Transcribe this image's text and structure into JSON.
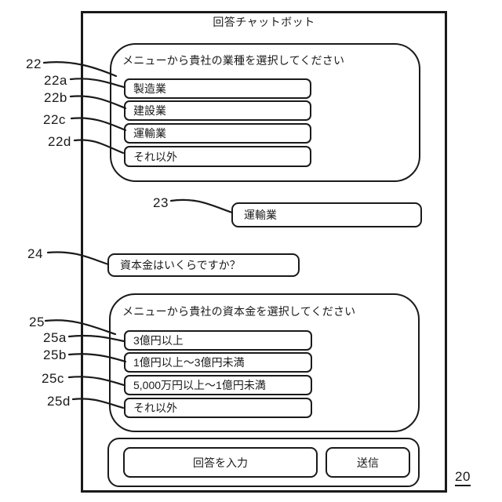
{
  "window": {
    "ref": "20",
    "title": "回答チャットボット"
  },
  "menu_industry": {
    "ref": "22",
    "prompt": "メニューから貴社の業種を選択してください",
    "options": [
      {
        "ref": "22a",
        "label": "製造業"
      },
      {
        "ref": "22b",
        "label": "建設業"
      },
      {
        "ref": "22c",
        "label": "運輸業"
      },
      {
        "ref": "22d",
        "label": "それ以外"
      }
    ]
  },
  "user_response": {
    "ref": "23",
    "text": "運輸業"
  },
  "bot_question": {
    "ref": "24",
    "text": "資本金はいくらですか？"
  },
  "menu_capital": {
    "ref": "25",
    "prompt": "メニューから貴社の資本金を選択してください",
    "options": [
      {
        "ref": "25a",
        "label": "3億円以上"
      },
      {
        "ref": "25b",
        "label": "1億円以上～3億円未満"
      },
      {
        "ref": "25c",
        "label": "5,000万円以上～1億円未満"
      },
      {
        "ref": "25d",
        "label": "それ以外"
      }
    ]
  },
  "footer": {
    "input_label": "回答を入力",
    "send_label": "送信"
  },
  "colors": {
    "ink": "#1a1a1a",
    "background": "#ffffff"
  }
}
